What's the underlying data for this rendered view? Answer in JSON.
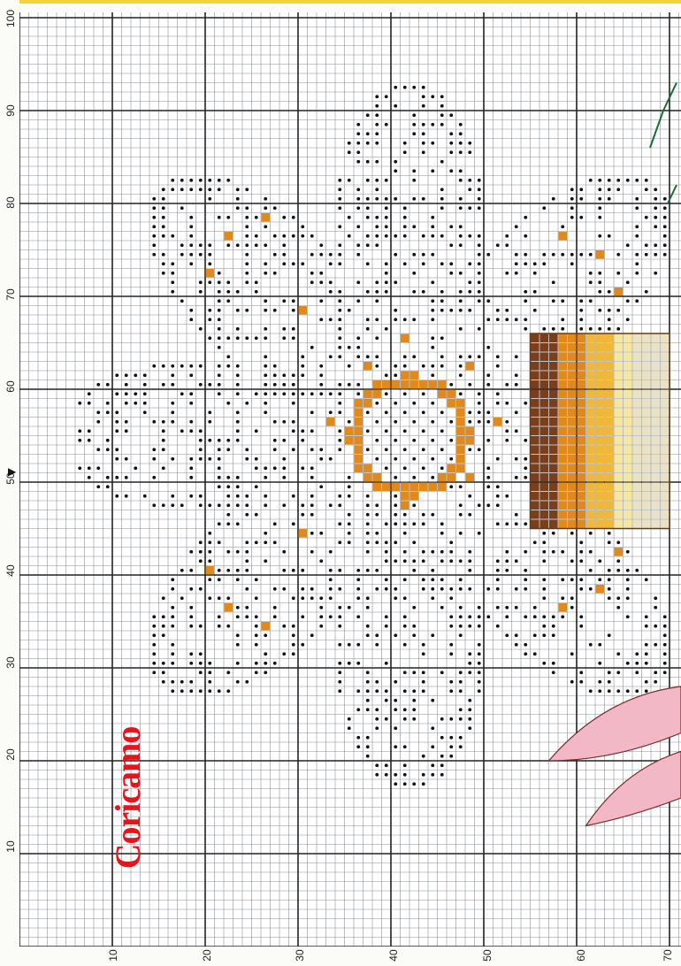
{
  "chart": {
    "y_ticks": [
      "10",
      "20",
      "30",
      "40",
      "50",
      "60",
      "70",
      "80",
      "90",
      "100"
    ],
    "x_ticks": [
      "10",
      "20",
      "30",
      "40",
      "50",
      "60",
      "70"
    ],
    "center_marker": "▶"
  },
  "brand": {
    "name": "Coricamo"
  },
  "colors": {
    "grid_minor": "#8a8f9a",
    "grid_major": "#222222",
    "stitch_black": "#111111",
    "stitch_orange": "#e08a1e",
    "stitch_gold": "#f0b83a",
    "stitch_pale": "#f6e7a0",
    "stitch_brown": "#7a3e1a",
    "stitch_pink": "#f2b8c6",
    "stitch_green": "#1a6a3a",
    "brand_red": "#e8141b"
  },
  "icons": {
    "center_arrow": "triangle-right-icon"
  }
}
